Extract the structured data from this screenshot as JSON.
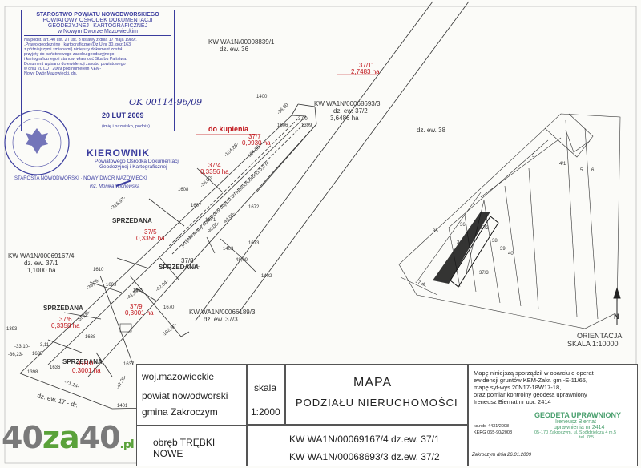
{
  "stamp": {
    "header": "STAROSTWO POWIATU NOWODWORSKIEGO",
    "lines": [
      "POWIATOWY OŚRODEK DOKUMENTACJI",
      "GEODEZYJNEJ i KARTOGRAFICZNEJ",
      "w Nowym Dworze Mazowieckim"
    ],
    "body": [
      "Na podst. art. 40 ust. 2 i ust. 3 ustawy z dnia 17 maja 1989r.",
      "„Prawo geodezyjne i kartograficzne (Dz.U nr 30, poz.163",
      "z późniejszymi zmianami) niniejszy dokument został",
      "przyjęty do państwowego zasobu geodezyjnego",
      "i kartograficznego i stanowi własność Skarbu Państwa.",
      "Dokument wpisano do ewidencji zasobu powiatowego",
      "w dniu 20 LUT 2009 pod numerem KEM-",
      "Nowy Dwór Mazowiecki, dn."
    ],
    "handwritten_number": "OK 00114-96/09",
    "date": "20 LUT 2009",
    "sign_caption": "(imię i nazwisko, podpis)",
    "round_seal": "STAROSTA NOWODWORSKI · NOWY DWÓR MAZOWIECKI",
    "kierownik_title": "KIEROWNIK",
    "kierownik_lines": [
      "Powiatowego Ośrodka Dokumentacji",
      "Geodezyjnej i Kartograficznej"
    ],
    "kierownik_name": "inż. Monika Wichowska"
  },
  "map_labels": {
    "do_kupienia": "do kupienia",
    "kw_top": "KW WA1N/00008839/1",
    "dz_36": "dz. ew. 36",
    "p3711": "37/11",
    "p3711_area": "2,7483 ha",
    "kw_372": "KW WA1N/00068693/3",
    "dz_372": "dz. ew. 37/2",
    "dz_372_area": "3,6486 ha",
    "dz_38": "dz. ew. 38",
    "p377": "37/7",
    "p377_area": "0,0930 ha",
    "p374": "37/4",
    "p374_area": "0,3356 ha",
    "p375": "37/5",
    "p375_area": "0,3356 ha",
    "p376": "37/6",
    "p376_area": "0,3358 ha",
    "p378": "37/8",
    "p379": "37/9",
    "p379_area": "0,3001 ha",
    "p3710": "37/10",
    "p3710_area": "0,3001 ha",
    "sprzedana": "SPRZEDANA",
    "kw_371": "KW WA1N/00069167/4",
    "dz_371": "dz. ew. 37/1",
    "dz_371_area": "1,1000 ha",
    "kw_373": "KW WA1N/00066189/3",
    "dz_373": "dz. ew. 37/3",
    "dz_17": "dz. ew. 17 - dr.",
    "n1400": "1400",
    "n1399": "1399",
    "n1606": "1606",
    "n1608": "1608",
    "n1607": "1607",
    "n1671": "1671",
    "n1672": "1672",
    "n1673": "1673",
    "n1403": "1403",
    "n1402": "1402",
    "n1610": "1610",
    "n1609": "1609",
    "n1639": "1639",
    "n1670": "1670",
    "n1638": "1638",
    "n1636": "1636",
    "n1637": "1637",
    "n1393": "1393",
    "n1635": "1635",
    "n1398": "1398",
    "n1401": "1401",
    "road_note": "projektowany dodatkowy dojazd do nieruchomości 5,0 m",
    "dims": [
      "-36,00-",
      "-3,00-",
      "-104,88-",
      "-104,88-",
      "-316,97-",
      "-36,00-",
      "-44,00-",
      "-90,05-",
      "-48,00-",
      "-77,00-",
      "-42,04-",
      "-39,26-",
      "-41,59-",
      "-192,60-",
      "-55,00-",
      "-33,10-",
      "-3,11-",
      "-36,23-",
      "-71,14-",
      "-47,00-"
    ],
    "inset": [
      "3",
      "4/1",
      "5",
      "6",
      "35",
      "36",
      "37/2",
      "37/1",
      "37/3",
      "38",
      "39",
      "40",
      "17 dr."
    ],
    "north": "N",
    "orientacja": "ORIENTACJA",
    "skala_inset": "SKALA 1:10000"
  },
  "title_block": {
    "woj": "woj.mazowieckie",
    "powiat": "powiat nowodworski",
    "gmina": "gmina Zakroczym",
    "skala_label": "skala",
    "skala_value": "1:2000",
    "title": "MAPA",
    "subtitle": "PODZIAŁU  NIERUCHOMOŚCI",
    "obreb": "obręb  TRĘBKI NOWE",
    "kw1": "KW WA1N/00069167/4 dz.ew. 37/1",
    "kw2": "KW WA1N/00068693/3 dz.ew. 37/2",
    "note_lines": [
      "Mapę niniejszą sporządził w oparciu o operat",
      "ewidencji gruntów KEM-Zakr. gm.-E-11/65,",
      "mapę syt-wys  20N17-18W17-18,",
      "oraz pomiar kontrolny geodeta uprawniony",
      "Ireneusz Biernat nr upr. 2414"
    ],
    "ks_rob": "ks.rob. 4431/2008",
    "kerg": "KERG 065-90/2008",
    "zakroczym_date": "Zakroczym dnia 26.01.2009",
    "geodeta_stamp": "GEODETA UPRAWNIONY",
    "geodeta_name": "Ireneusz Biernat",
    "geodeta_num": "uprawnienia nr 2414",
    "geodeta_addr": "05-170 Zakroczym, ul. Spółdzielcza 4 m.5",
    "geodeta_tel": "tel. 785 ..."
  },
  "watermark": {
    "a": "40",
    "b": "za",
    "c": "40",
    "d": ".pl"
  }
}
